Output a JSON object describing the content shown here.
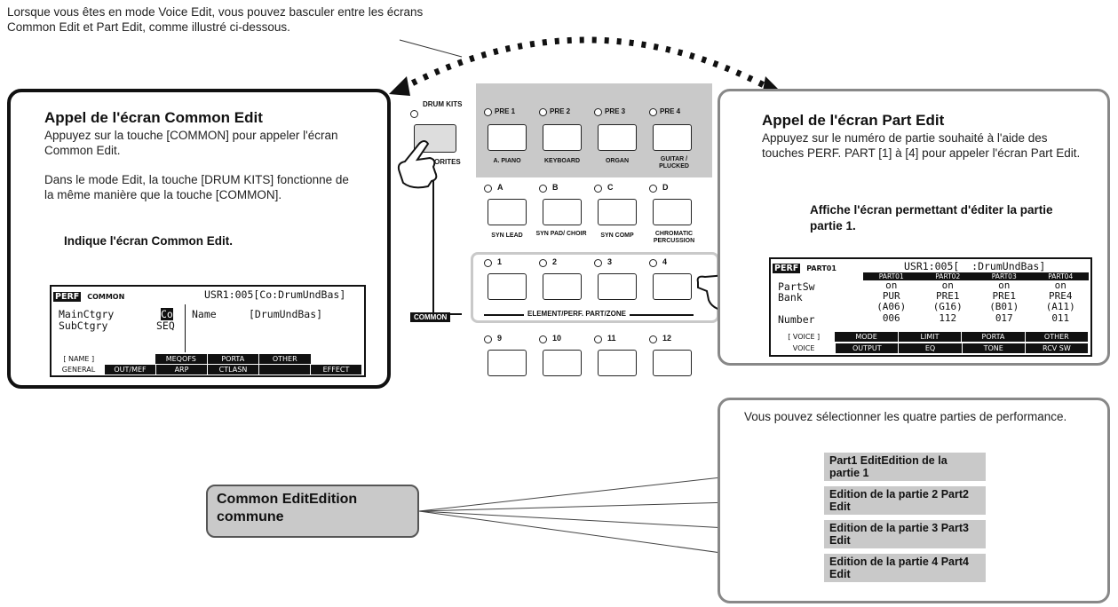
{
  "intro_text": "Lorsque vous êtes en mode Voice Edit, vous pouvez basculer entre les écrans Common Edit et Part Edit, comme illustré ci-dessous.",
  "common_section": {
    "title": "Appel de l'écran Common Edit",
    "para1": "Appuyez sur la touche [COMMON] pour appeler l'écran Common Edit.",
    "para2": "Dans le mode Edit, la touche [DRUM KITS] fonctionne de la même manière que la touche [COMMON].",
    "indicator": "Indique l'écran Common Edit.",
    "lcd": {
      "perf": "PERF",
      "mode": "COMMON",
      "top_info": "USR1:005[Co:DrumUndBas]",
      "r1_label": "MainCtgry",
      "r1_val": "Co",
      "r2_label": "SubCtgry",
      "r2_val": "SEQ",
      "name_label": "Name",
      "name_val": "[DrumUndBas]",
      "buttons": [
        "[ NAME ]",
        "",
        "MEQOFS",
        "PORTA",
        "OTHER",
        ""
      ],
      "tabs": [
        "GENERAL",
        "OUT/MEF",
        "ARP",
        "CTLASN",
        "",
        "EFFECT"
      ]
    }
  },
  "part_section": {
    "title": "Appel de l'écran Part Edit",
    "para": "Appuyez sur le numéro de partie souhaité à l'aide des touches PERF. PART [1] à [4] pour appeler l'écran Part Edit.",
    "indicator": "Affiche l'écran permettant d'éditer la partie partie 1.",
    "lcd": {
      "perf": "PERF",
      "mode": "PART01",
      "top_info": "USR1:005[  :DrumUndBas]",
      "part_headers": [
        "PART01",
        "PART02",
        "PART03",
        "PART04"
      ],
      "row1_label": "PartSw",
      "row1_vals": [
        "on",
        "on",
        "on",
        "on"
      ],
      "row2_label": "Bank",
      "row2_vals": [
        "PUR",
        "PRE1",
        "PRE1",
        "PRE4"
      ],
      "row3_vals": [
        "(A06)",
        "(G16)",
        "(B01)",
        "(A11)"
      ],
      "row4_label": "Number",
      "row4_vals": [
        "006",
        "112",
        "017",
        "011"
      ],
      "buttons": [
        "[ VOICE ]",
        "MODE",
        "LIMIT",
        "PORTA",
        "OTHER"
      ],
      "tabs": [
        "VOICE",
        "OUTPUT",
        "EQ",
        "TONE",
        "RCV SW"
      ]
    }
  },
  "panel": {
    "drum_kits": "DRUM KITS",
    "favorites": "FAVORITES",
    "common": "COMMON",
    "row1": [
      {
        "led": "PRE 1",
        "btn": "A. PIANO"
      },
      {
        "led": "PRE 2",
        "btn": "KEYBOARD"
      },
      {
        "led": "PRE 3",
        "btn": "ORGAN"
      },
      {
        "led": "PRE 4",
        "btn": "GUITAR / PLUCKED"
      }
    ],
    "row2": [
      {
        "led": "A",
        "btn": "SYN LEAD"
      },
      {
        "led": "B",
        "btn": "SYN PAD/ CHOIR"
      },
      {
        "led": "C",
        "btn": "SYN COMP"
      },
      {
        "led": "D",
        "btn": "CHROMATIC PERCUSSION"
      }
    ],
    "row3": [
      {
        "led": "1"
      },
      {
        "led": "2"
      },
      {
        "led": "3"
      },
      {
        "led": "4"
      }
    ],
    "row3_section": "ELEMENT/PERF. PART/ZONE",
    "row4": [
      {
        "led": "9"
      },
      {
        "led": "10"
      },
      {
        "led": "11"
      },
      {
        "led": "12"
      }
    ]
  },
  "bottom": {
    "note": "Vous pouvez sélectionner les quatre parties de performance.",
    "parts": [
      "Part1 EditEdition de la partie 1",
      "Edition de la partie 2 Part2 Edit",
      "Edition de la partie 3 Part3 Edit",
      "Edition de la partie 4 Part4 Edit"
    ],
    "common_label": "Common EditEdition commune"
  }
}
